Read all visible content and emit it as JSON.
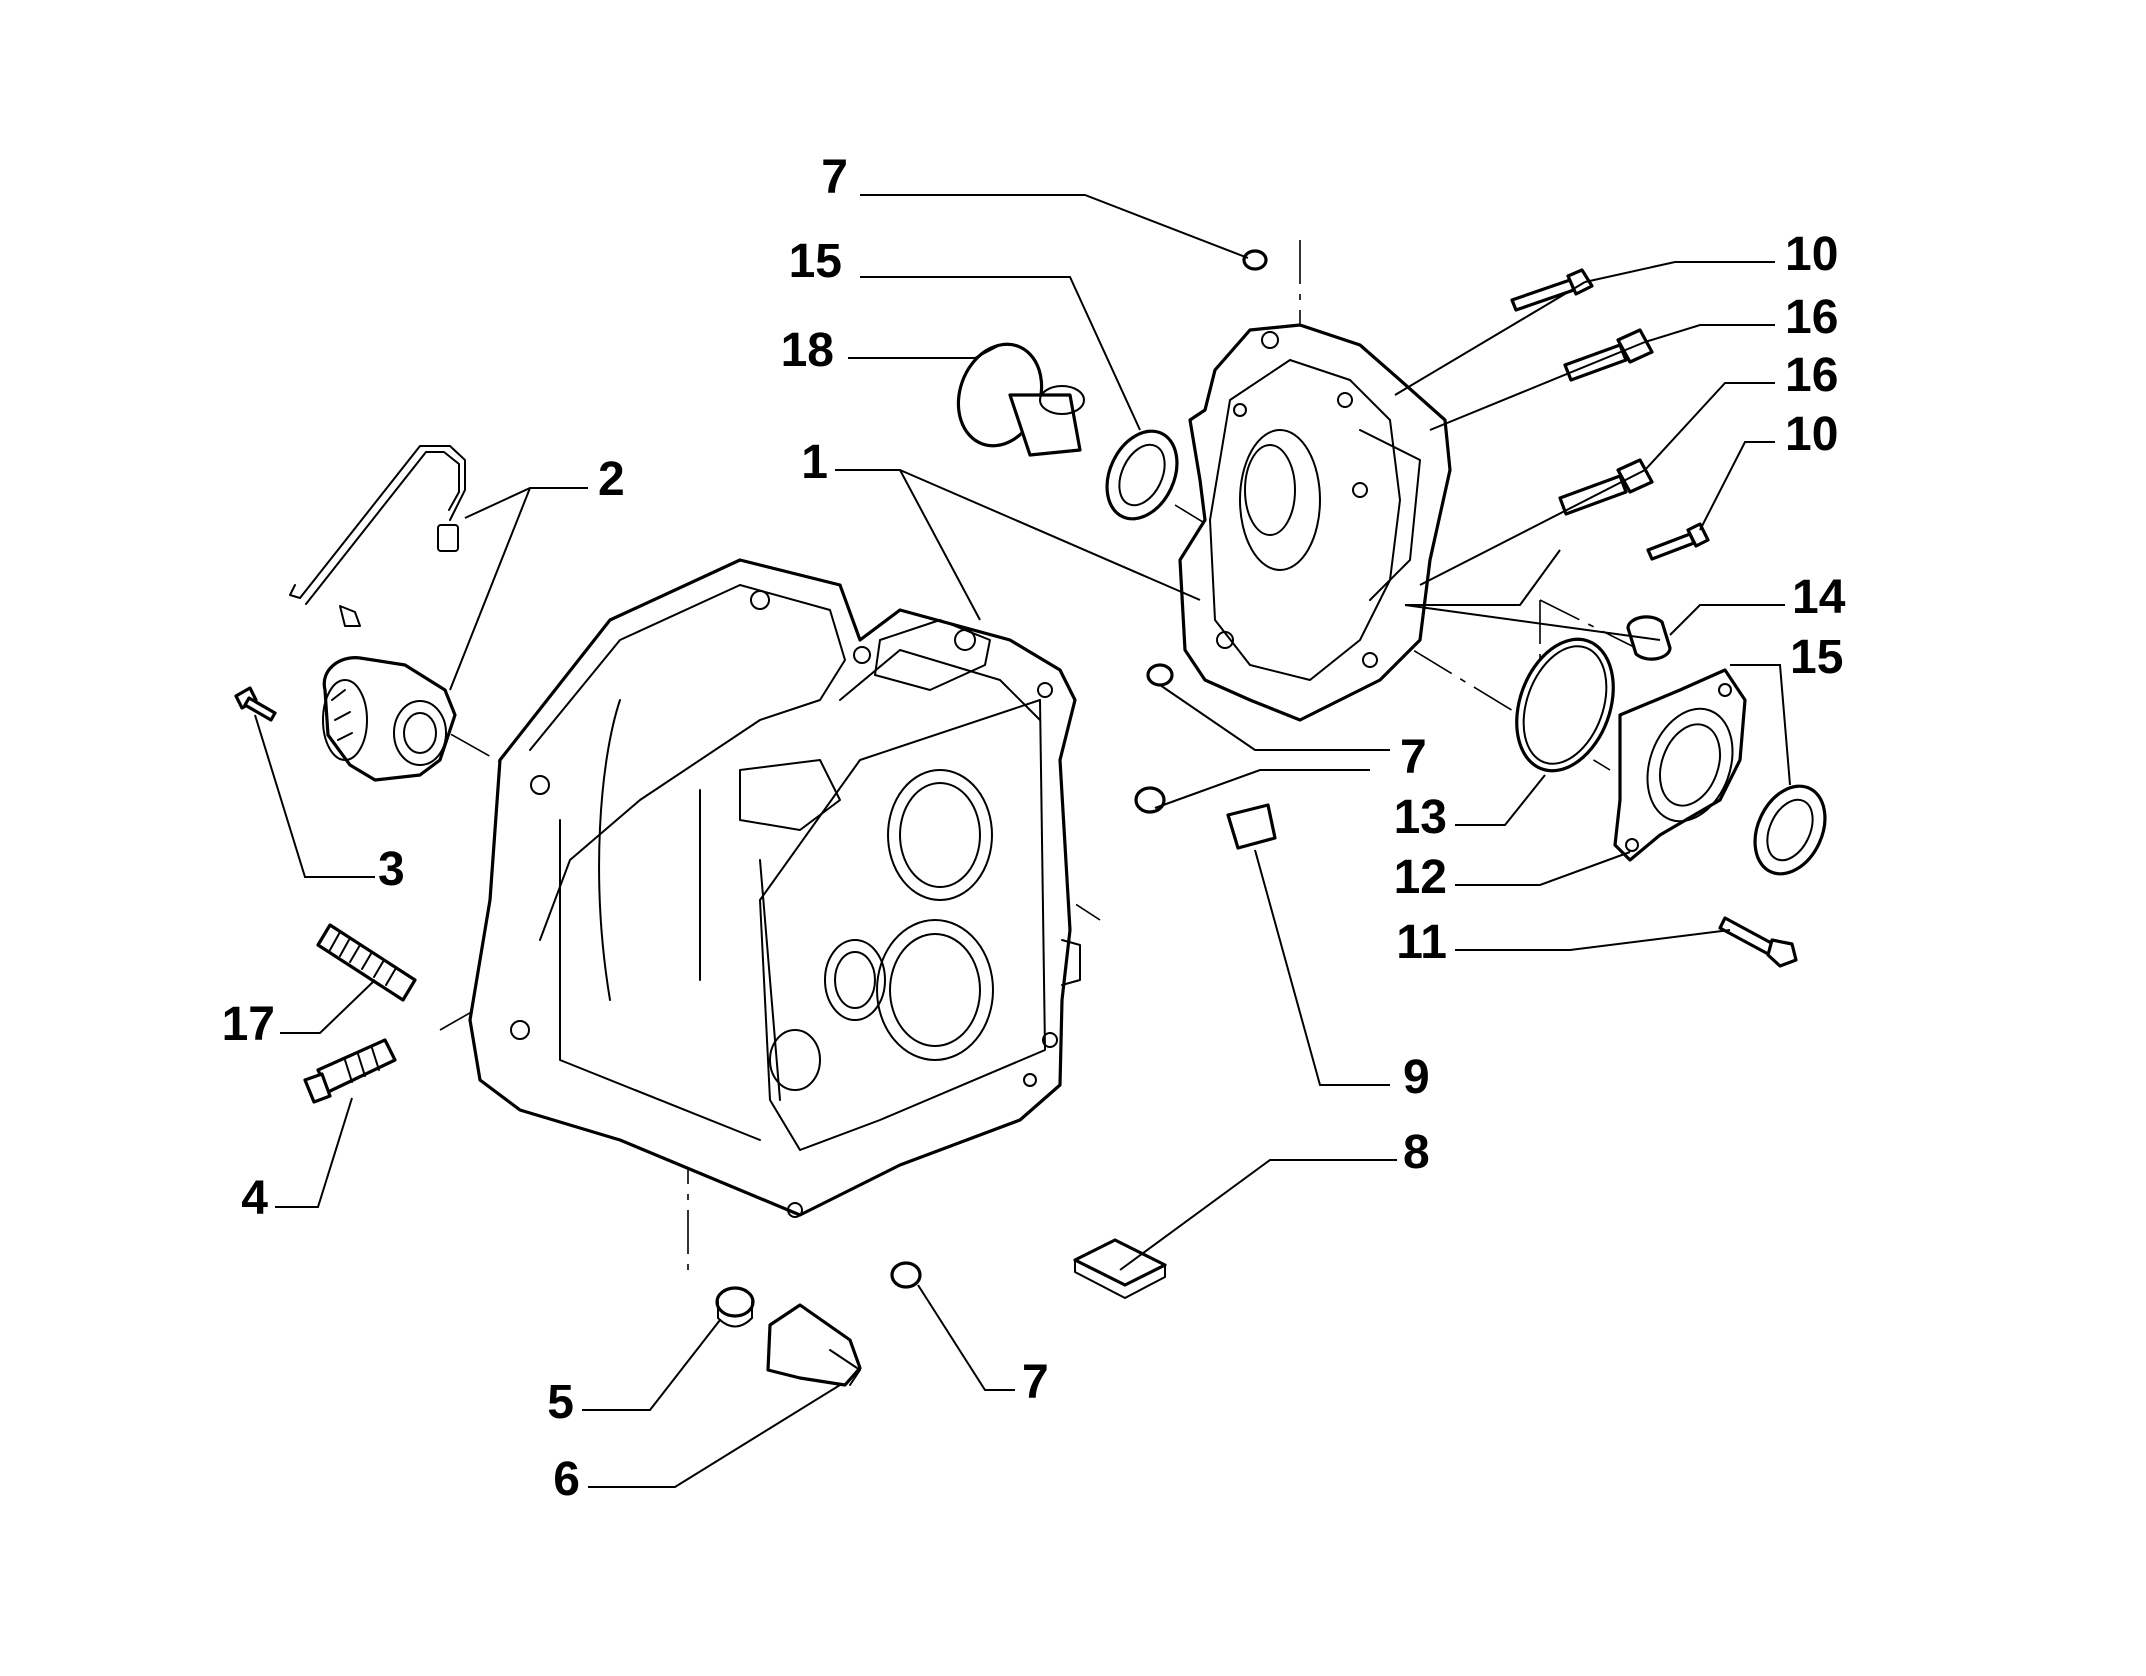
{
  "callouts": [
    {
      "id": "c1",
      "number": "1"
    },
    {
      "id": "c2",
      "number": "2"
    },
    {
      "id": "c3",
      "number": "3"
    },
    {
      "id": "c4",
      "number": "4"
    },
    {
      "id": "c5",
      "number": "5"
    },
    {
      "id": "c6",
      "number": "6"
    },
    {
      "id": "c7a",
      "number": "7"
    },
    {
      "id": "c7b",
      "number": "7"
    },
    {
      "id": "c7c",
      "number": "7"
    },
    {
      "id": "c8",
      "number": "8"
    },
    {
      "id": "c9",
      "number": "9"
    },
    {
      "id": "c10a",
      "number": "10"
    },
    {
      "id": "c10b",
      "number": "10"
    },
    {
      "id": "c11",
      "number": "11"
    },
    {
      "id": "c12",
      "number": "12"
    },
    {
      "id": "c13",
      "number": "13"
    },
    {
      "id": "c14",
      "number": "14"
    },
    {
      "id": "c15a",
      "number": "15"
    },
    {
      "id": "c15b",
      "number": "15"
    },
    {
      "id": "c16a",
      "number": "16"
    },
    {
      "id": "c16b",
      "number": "16"
    },
    {
      "id": "c17",
      "number": "17"
    },
    {
      "id": "c18",
      "number": "18"
    }
  ]
}
